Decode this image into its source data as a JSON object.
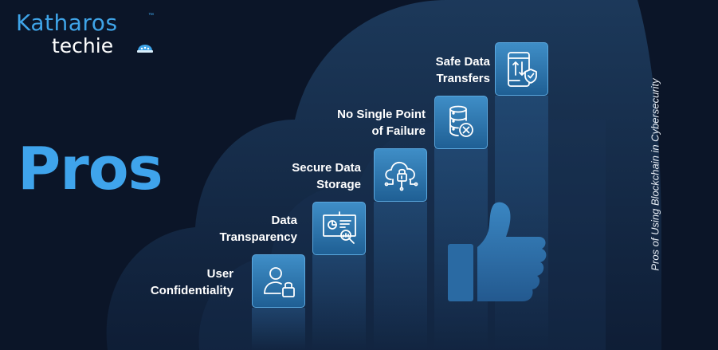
{
  "brand": {
    "name": "Katharos",
    "tm": "™",
    "sub": "techie"
  },
  "heading": "Pros",
  "side_caption": "Pros of Using Blockchain in Cybersecurity",
  "steps": [
    {
      "lines": [
        "User",
        "Confidentiality"
      ],
      "icon": "user-lock-icon"
    },
    {
      "lines": [
        "Data",
        "Transparency"
      ],
      "icon": "presentation-search-icon"
    },
    {
      "lines": [
        "Secure Data",
        "Storage"
      ],
      "icon": "cloud-lock-icon"
    },
    {
      "lines": [
        "No Single Point",
        "of Failure"
      ],
      "icon": "database-cross-icon"
    },
    {
      "lines": [
        "Safe Data",
        "Transfers"
      ],
      "icon": "phone-shield-icon"
    }
  ],
  "colors": {
    "background": "#0b1528",
    "accent": "#3fa4ec",
    "tile": "#2f7ab4",
    "thumb": "#2d6fa8"
  }
}
